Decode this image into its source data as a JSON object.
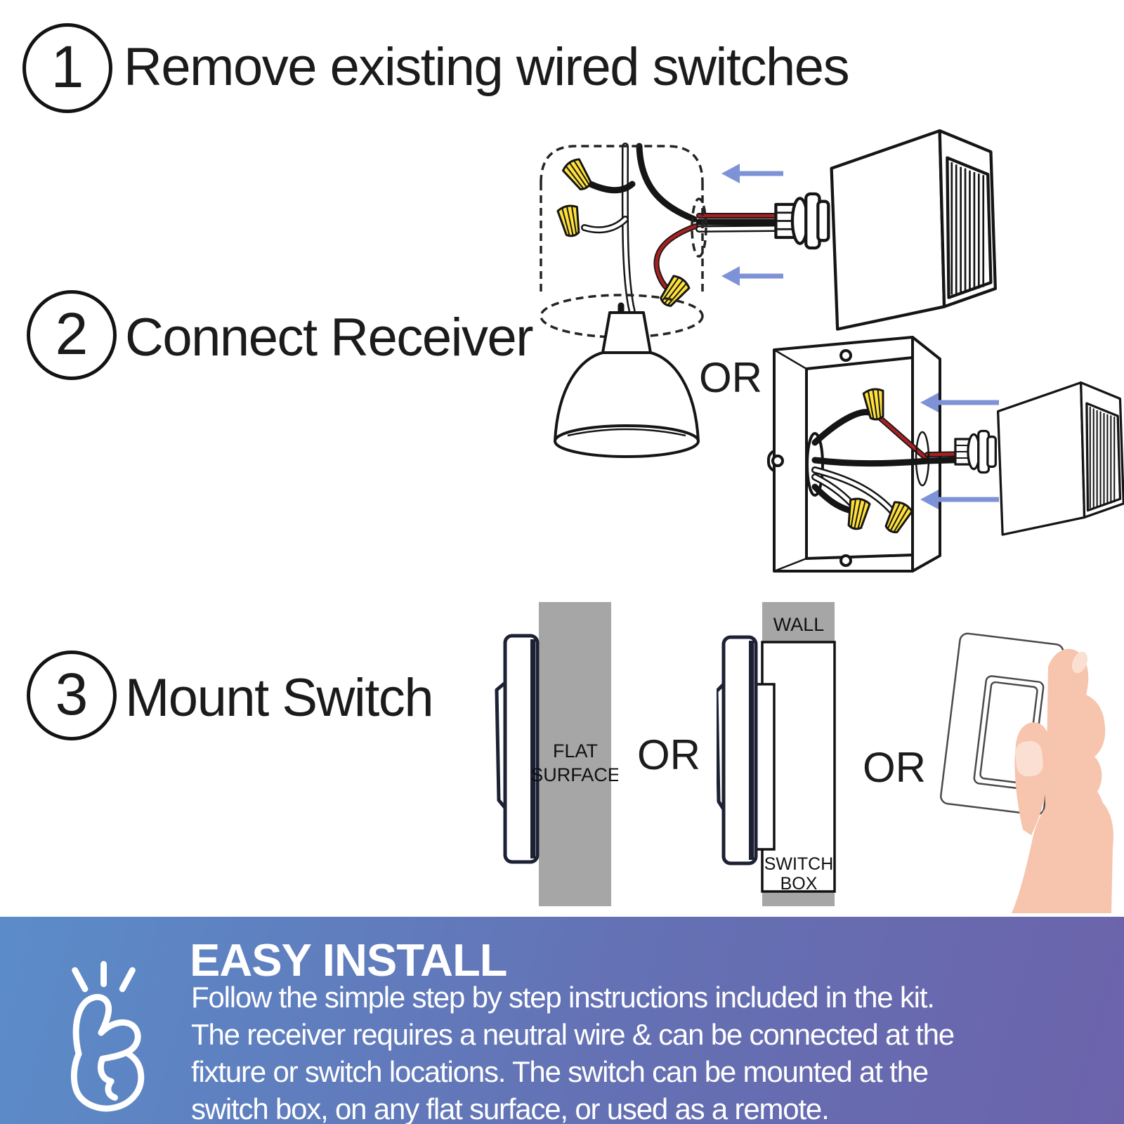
{
  "steps": [
    {
      "number": "1",
      "title": "Remove existing wired switches"
    },
    {
      "number": "2",
      "title": "Connect Receiver"
    },
    {
      "number": "3",
      "title": "Mount Switch"
    }
  ],
  "connector_label": "OR",
  "mount_diagram_labels": {
    "flat_surface_line1": "FLAT",
    "flat_surface_line2": "SURFACE",
    "wall": "WALL",
    "switch_box_line1": "SWITCH",
    "switch_box_line2": "BOX"
  },
  "banner": {
    "heading": "EASY INSTALL",
    "body_lines": [
      "Follow the simple step by step instructions included in the kit.",
      "The receiver requires a neutral wire & can be connected at the",
      "fixture or switch locations. The switch can be mounted at the",
      "switch box, on any flat surface, or used as a remote."
    ],
    "icon": "snap-fingers-icon"
  },
  "colors": {
    "arrow_blue": "#7e93d7",
    "wire_nut_yellow": "#ffe13a",
    "wire_red": "#a8201f",
    "surface_gray": "#a6a6a6",
    "switch_outline_navy": "#1c2133",
    "hand_peach": "#f7c4ad",
    "banner_gradient_start": "#5b8cc9",
    "banner_gradient_end": "#6c63ab",
    "banner_text": "#ffffff",
    "text_dark": "#1b1b1b"
  }
}
